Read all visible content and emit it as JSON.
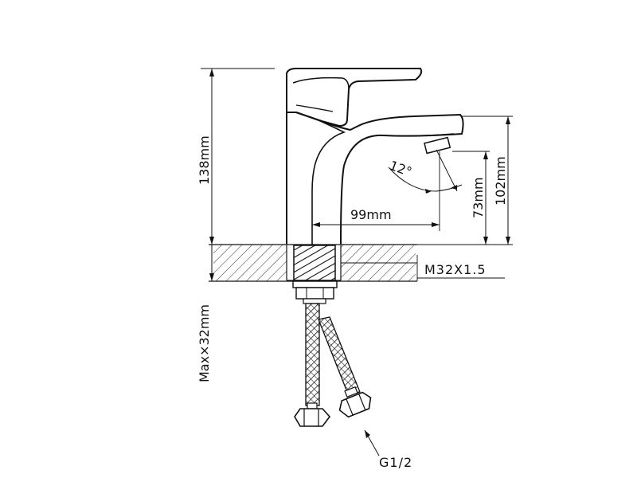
{
  "drawing": {
    "height_total": "138mm",
    "spout_reach": "99mm",
    "spout_height": "73mm",
    "handle_height": "102mm",
    "spout_angle": "12°",
    "mount_thread": "M32X1.5",
    "max_deck_thickness": "Max×32mm",
    "hose_connection": "G1/2"
  },
  "colors": {
    "line": "#111111",
    "background": "#ffffff"
  }
}
